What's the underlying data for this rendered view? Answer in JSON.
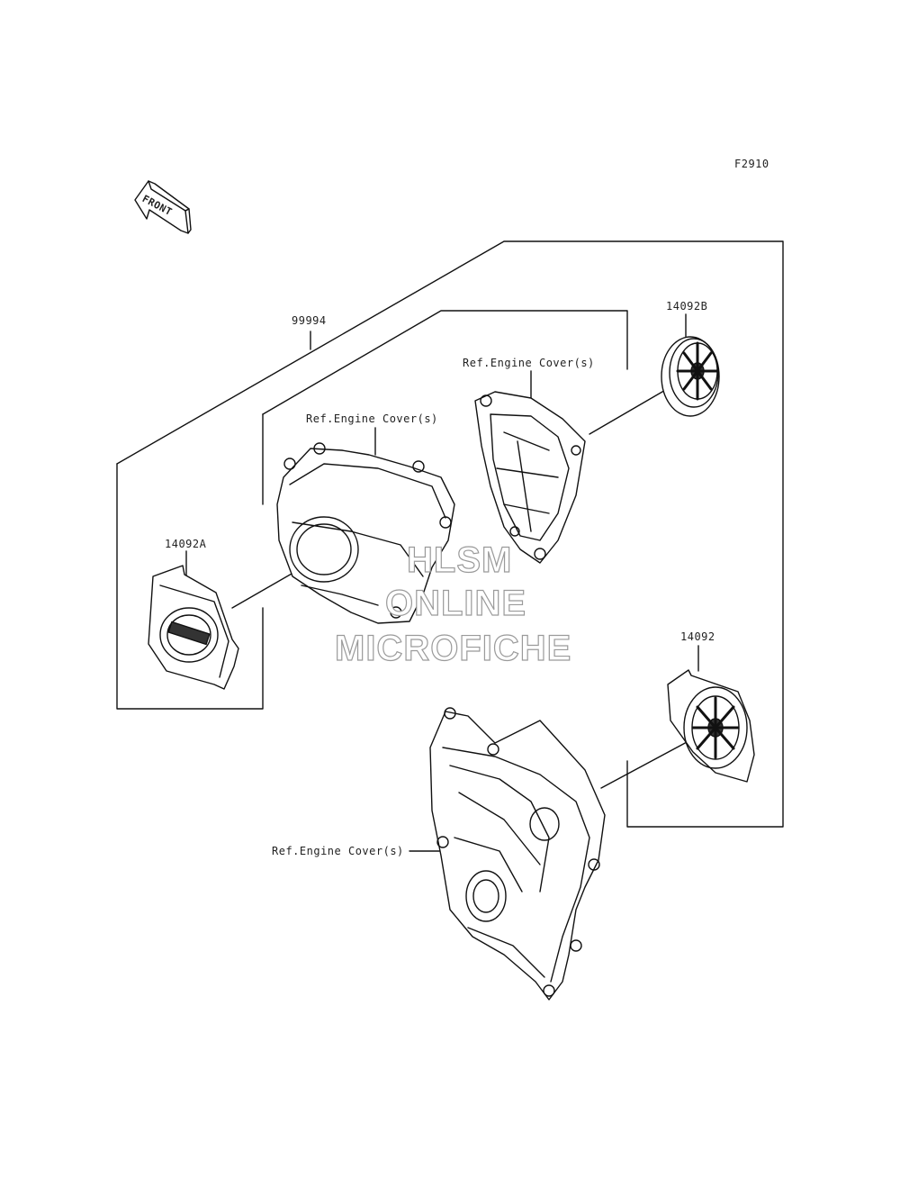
{
  "figure": {
    "code": "F2910",
    "front_label": "FRONT"
  },
  "labels": {
    "kit": "99994",
    "part_a": "14092A",
    "part_b": "14092B",
    "part_c": "14092",
    "ref_1": "Ref.Engine Cover(s)",
    "ref_2": "Ref.Engine Cover(s)",
    "ref_3": "Ref.Engine Cover(s)"
  },
  "watermark": {
    "line1": "HLSM",
    "line2": "ONLINE",
    "line3": "MICROFICHE"
  },
  "colors": {
    "line": "#111111",
    "watermark_stroke": "#9a9a9a"
  }
}
